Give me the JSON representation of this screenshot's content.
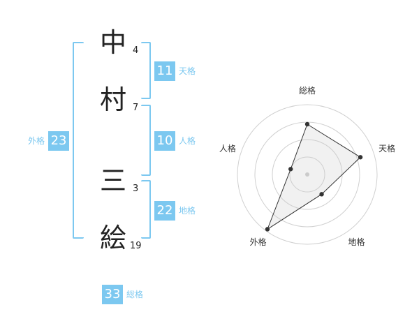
{
  "name": {
    "chars": [
      {
        "char": "中",
        "strokes": "4"
      },
      {
        "char": "村",
        "strokes": "7"
      },
      {
        "char": "三",
        "strokes": "3"
      },
      {
        "char": "絵",
        "strokes": "19"
      }
    ]
  },
  "fortunes": {
    "tenkaku": {
      "value": "11",
      "label": "天格"
    },
    "jinkaku": {
      "value": "10",
      "label": "人格"
    },
    "chikaku": {
      "value": "22",
      "label": "地格"
    },
    "gaikaku": {
      "value": "23",
      "label": "外格"
    },
    "soukaku": {
      "value": "33",
      "label": "総格"
    }
  },
  "colors": {
    "accent": "#7cc8f0"
  },
  "chart_data": {
    "type": "radar",
    "axes": [
      "総格",
      "天格",
      "地格",
      "外格",
      "人格"
    ],
    "values": [
      0.72,
      0.8,
      0.35,
      0.97,
      0.25
    ],
    "rings": 4
  }
}
